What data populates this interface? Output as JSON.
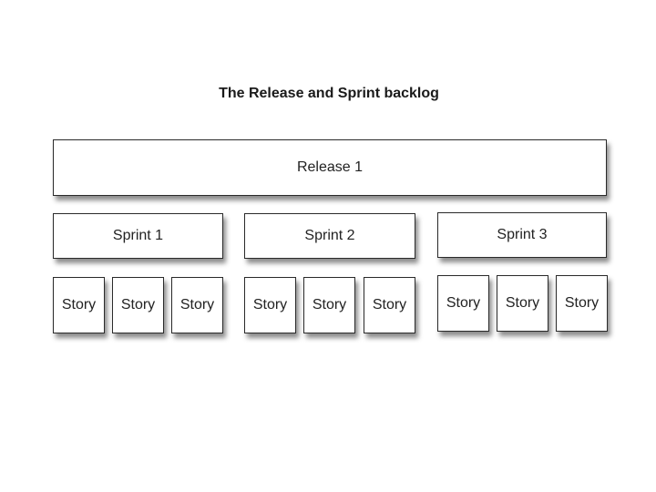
{
  "title": "The Release and Sprint backlog",
  "release": {
    "label": "Release 1"
  },
  "sprints": [
    {
      "label": "Sprint 1",
      "stories": [
        "Story",
        "Story",
        "Story"
      ]
    },
    {
      "label": "Sprint 2",
      "stories": [
        "Story",
        "Story",
        "Story"
      ]
    },
    {
      "label": "Sprint 3",
      "stories": [
        "Story",
        "Story",
        "Story"
      ]
    }
  ]
}
